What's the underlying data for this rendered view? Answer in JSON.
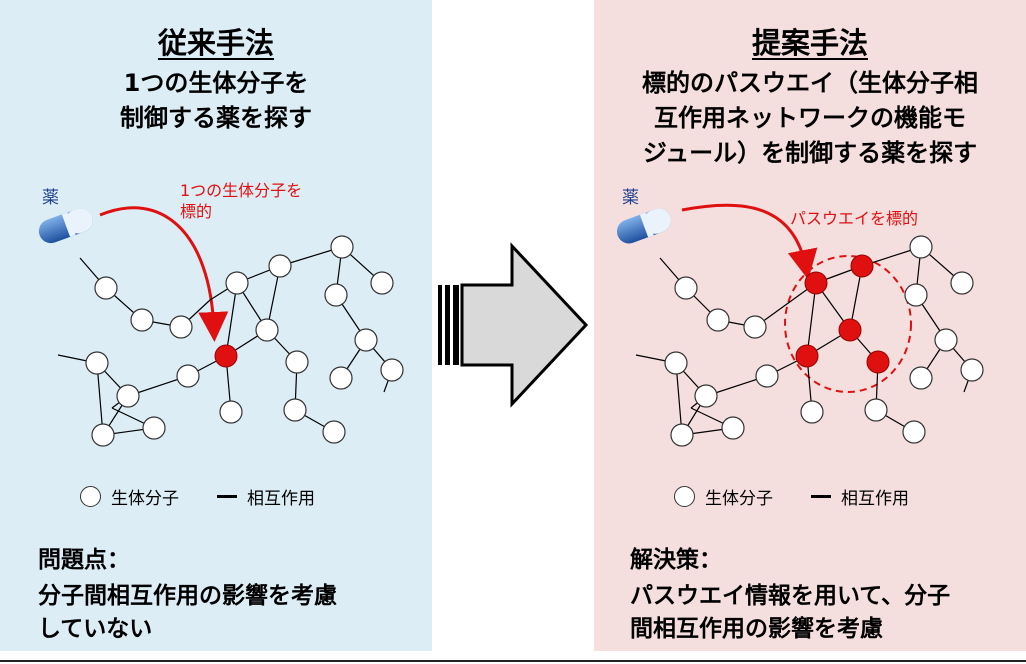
{
  "left": {
    "title": "従来手法",
    "desc_line1": "1つの生体分子を",
    "desc_line2": "制御する薬を探す",
    "drug_label": "薬",
    "target_line1": "1つの生体分子を",
    "target_line2": "標的",
    "legend_node": "生体分子",
    "legend_edge": "相互作用",
    "issue_heading": "問題点：",
    "issue_line1": "分子間相互作用の影響を考慮",
    "issue_line2": "していない"
  },
  "right": {
    "title": "提案手法",
    "desc_line1": "標的のパスウエイ（生体分子相",
    "desc_line2": "互作用ネットワークの機能モ",
    "desc_line3": "ジュール）を制御する薬を探す",
    "drug_label": "薬",
    "target_label": "パスウエイを標的",
    "legend_node": "生体分子",
    "legend_edge": "相互作用",
    "solution_heading": "解決策：",
    "solution_line1": "パスウエイ情報を用いて、分子",
    "solution_line2": "間相互作用の影響を考慮"
  },
  "colors": {
    "left_bg": "#dcedf5",
    "right_bg": "#f4dede",
    "target": "#e01010",
    "drug": "#2a62b8"
  }
}
